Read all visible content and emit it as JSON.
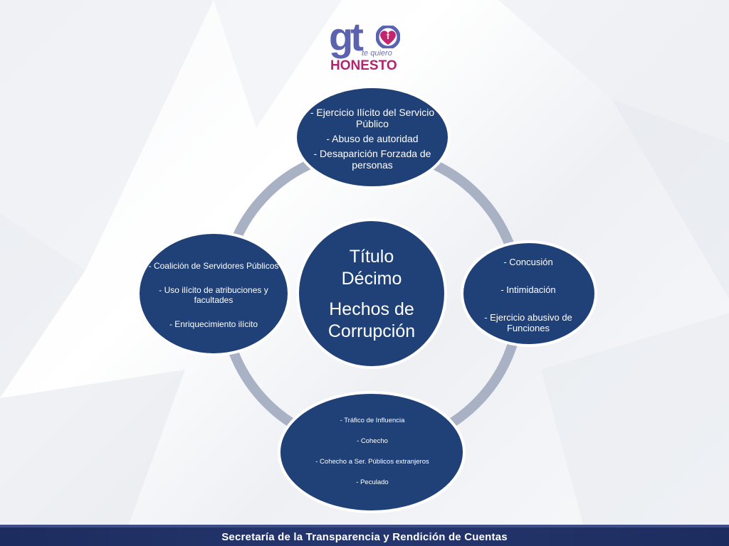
{
  "logo": {
    "brand": "gt",
    "tagline": "te quiero",
    "word": "HONESTO"
  },
  "diagram": {
    "center": {
      "line1": "Título",
      "line2": "Décimo",
      "line3": "Hechos de",
      "line4": "Corrupción"
    },
    "top": {
      "items": [
        "- Ejercicio Ilícito del Servicio Público",
        "- Abuso de autoridad",
        "- Desaparición Forzada de personas"
      ]
    },
    "right": {
      "items": [
        "- Concusión",
        "- Intimidación",
        "- Ejercicio abusivo de Funciones"
      ]
    },
    "left": {
      "items": [
        "- Coalición de Servidores Públicos",
        "- Uso ilícito de atribuciones y facultades",
        "- Enriquecimiento ilícito"
      ]
    },
    "bottom": {
      "items": [
        "- Tráfico de Influencia",
        "- Cohecho",
        "- Cohecho a Ser. Públicos extranjeros",
        "- Peculado"
      ]
    }
  },
  "footer": {
    "text": "Secretaría de la Transparencia y Rendición de Cuentas"
  },
  "colors": {
    "node_fill": "#1f4177",
    "node_stroke": "#ffffff",
    "ring": "#a9b1c4",
    "footer_bg": "#1d2c5e",
    "logo_blue": "#5b63b0",
    "logo_magenta": "#b1246f"
  }
}
